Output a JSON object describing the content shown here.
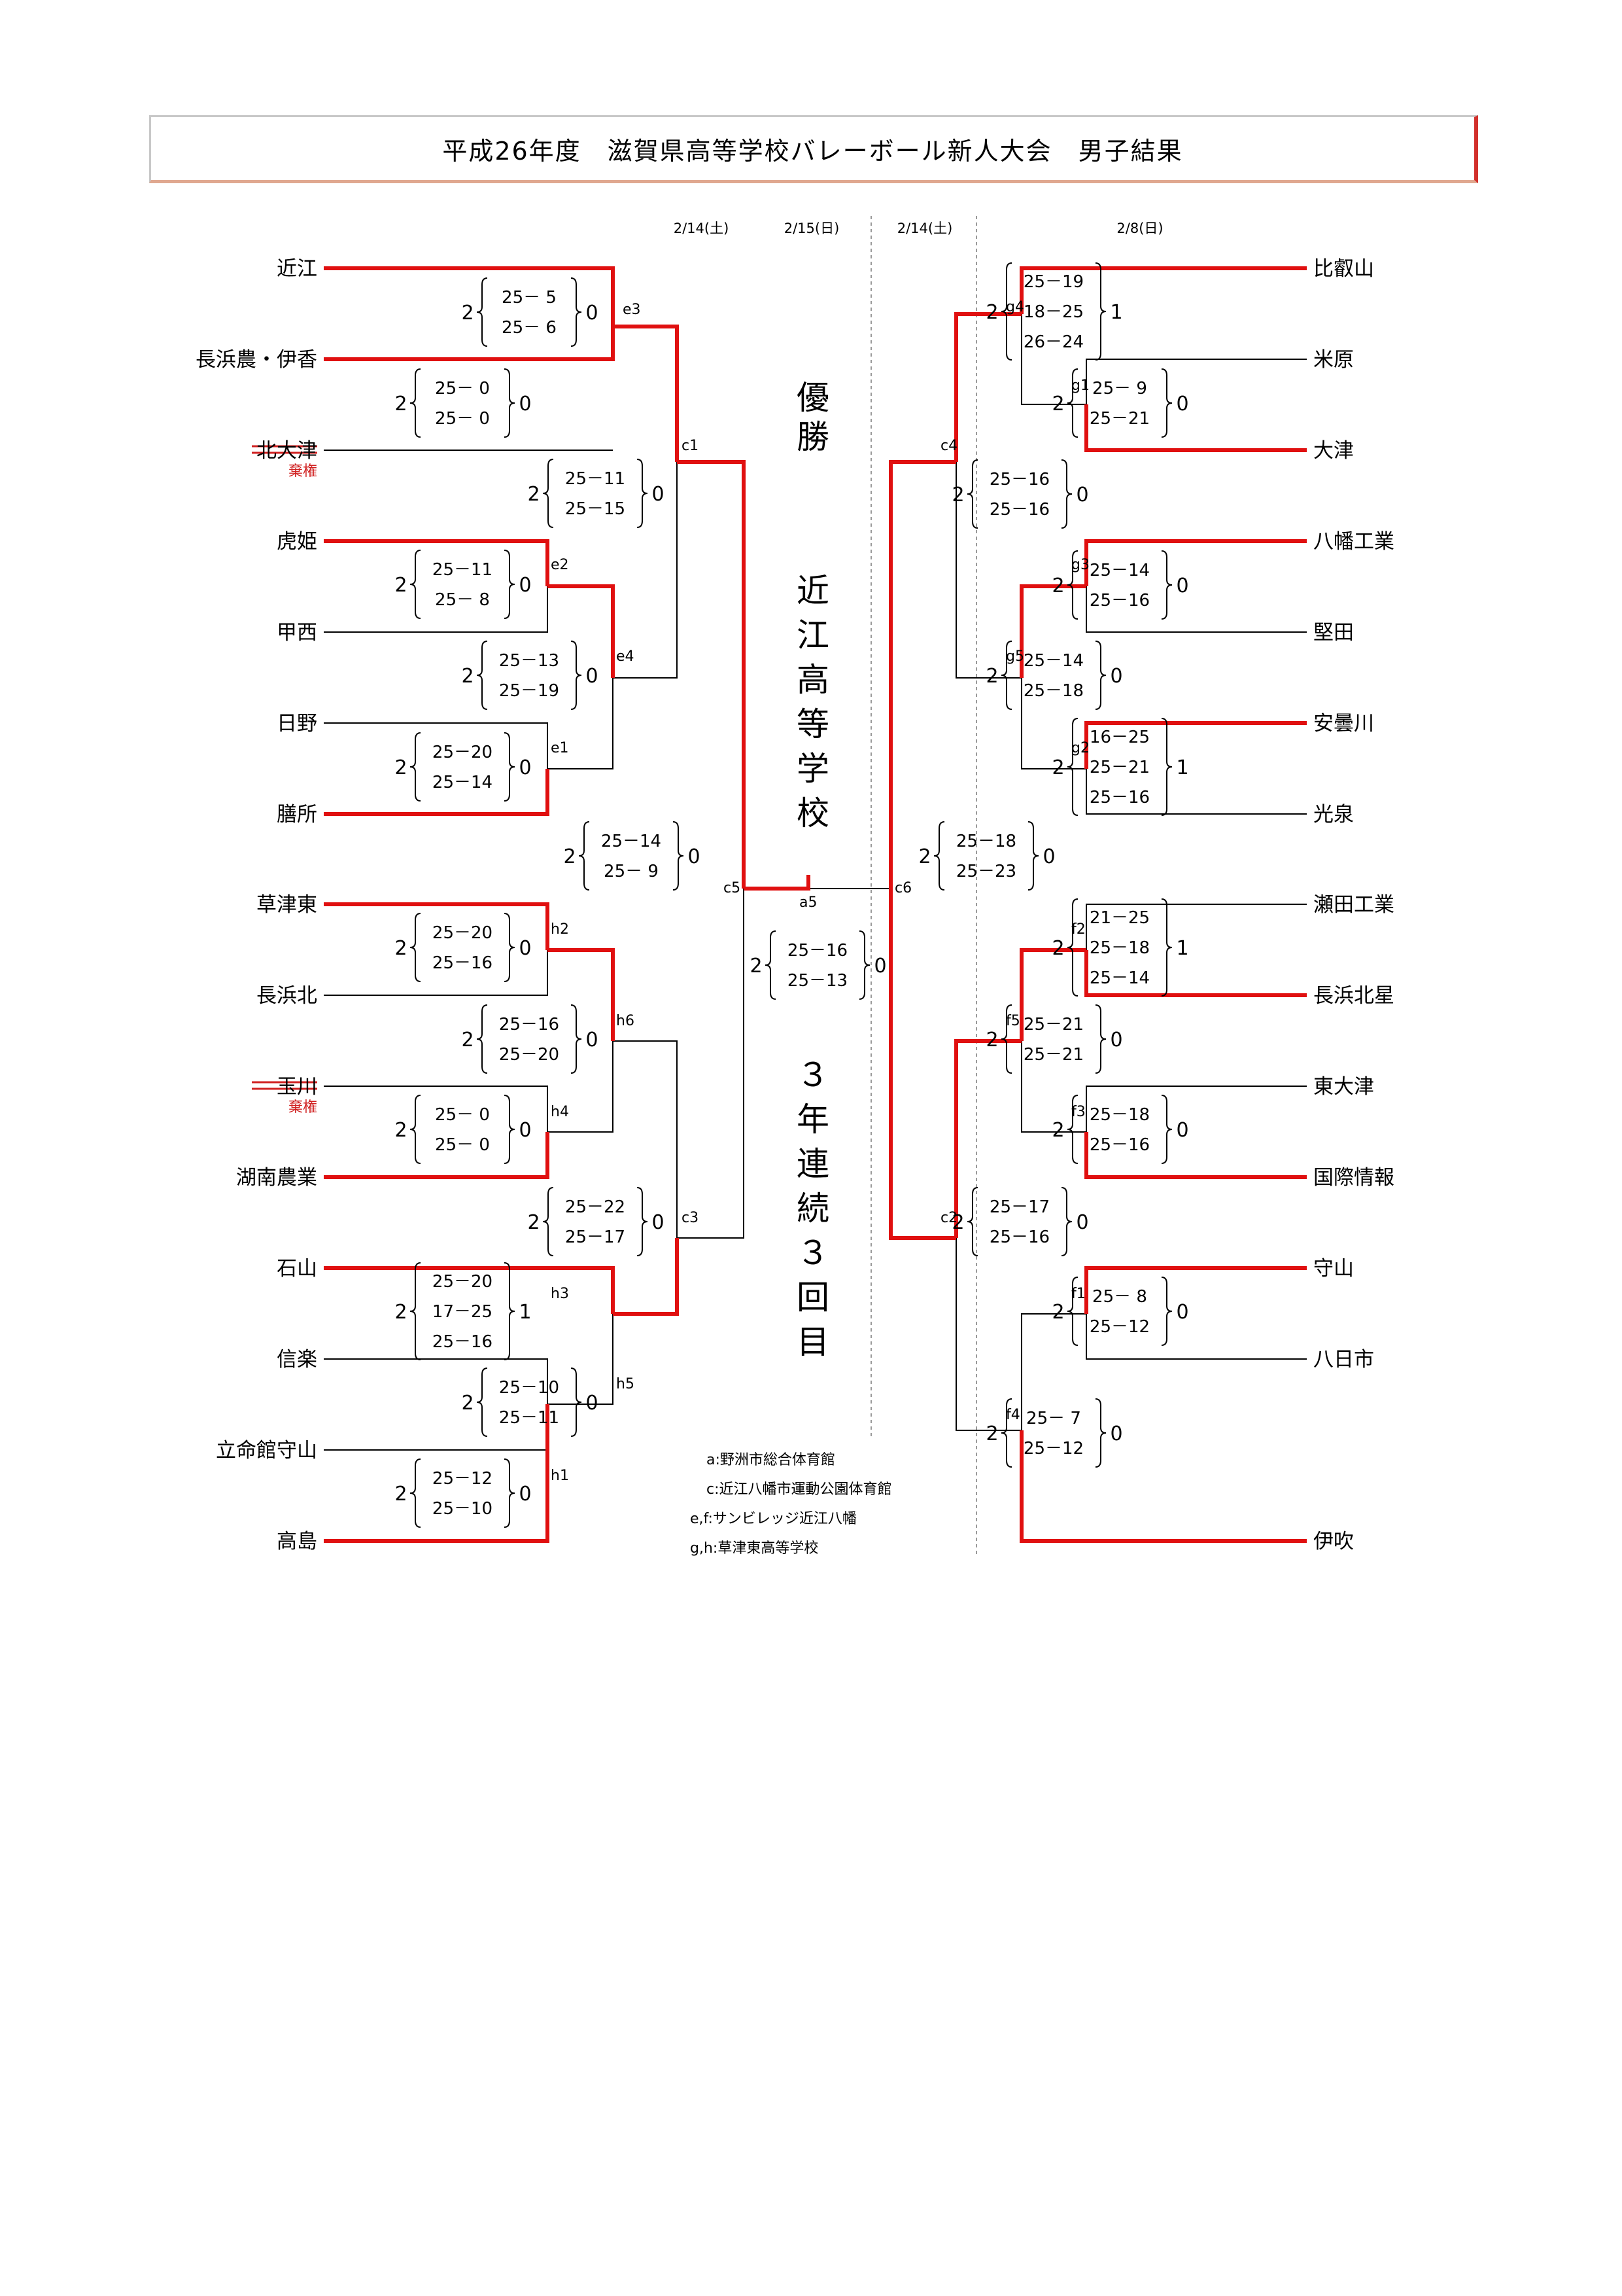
{
  "title": "平成26年度　滋賀県高等学校バレーボール新人大会　男子結果",
  "dates": [
    "2/14(土)",
    "2/15(日)",
    "2/14(土)",
    "2/8(日)"
  ],
  "left_teams": [
    "近江",
    "長浜農・伊香",
    "北大津",
    "虎姫",
    "甲西",
    "日野",
    "膳所",
    "草津東",
    "長浜北",
    "玉川",
    "湖南農業",
    "石山",
    "信楽",
    "立命館守山",
    "高島"
  ],
  "right_teams": [
    "比叡山",
    "米原",
    "大津",
    "八幡工業",
    "堅田",
    "安曇川",
    "光泉",
    "瀬田工業",
    "長浜北星",
    "東大津",
    "国際情報",
    "守山",
    "八日市",
    "伊吹"
  ],
  "abstain_label": "棄権",
  "champion_label": "優勝",
  "champion_name": "近江高等学校",
  "champion_note": "３年連続３回目",
  "venues": [
    "a:野洲市総合体育館",
    "c:近江八幡市運動公園体育館",
    "e,f:サンビレッジ近江八幡",
    "g,h:草津東高等学校"
  ],
  "matches": [
    {
      "id": "e3",
      "left": "2",
      "right": "0",
      "sets": [
        "25－ 5",
        "25－ 6"
      ]
    },
    {
      "id": "forfeit-top",
      "left": "2",
      "right": "0",
      "sets": [
        "25－ 0",
        "25－ 0"
      ]
    },
    {
      "id": "c1",
      "left": "2",
      "right": "0",
      "sets": [
        "25－11",
        "25－15"
      ]
    },
    {
      "id": "e2",
      "left": "2",
      "right": "0",
      "sets": [
        "25－11",
        "25－ 8"
      ]
    },
    {
      "id": "e4",
      "left": "2",
      "right": "0",
      "sets": [
        "25－13",
        "25－19"
      ]
    },
    {
      "id": "e1",
      "left": "2",
      "right": "0",
      "sets": [
        "25－20",
        "25－14"
      ]
    },
    {
      "id": "c5",
      "left": "2",
      "right": "0",
      "sets": [
        "25－14",
        "25－ 9"
      ]
    },
    {
      "id": "h2",
      "left": "2",
      "right": "0",
      "sets": [
        "25－20",
        "25－16"
      ]
    },
    {
      "id": "h6",
      "left": "2",
      "right": "0",
      "sets": [
        "25－16",
        "25－20"
      ]
    },
    {
      "id": "h4",
      "left": "2",
      "right": "0",
      "sets": [
        "25－ 0",
        "25－ 0"
      ]
    },
    {
      "id": "c3",
      "left": "2",
      "right": "0",
      "sets": [
        "25－22",
        "25－17"
      ]
    },
    {
      "id": "h3",
      "left": "2",
      "right": "1",
      "sets": [
        "25－20",
        "17－25",
        "25－16"
      ]
    },
    {
      "id": "h5",
      "left": "2",
      "right": "0",
      "sets": [
        "25－10",
        "25－11"
      ]
    },
    {
      "id": "h1",
      "left": "2",
      "right": "0",
      "sets": [
        "25－12",
        "25－10"
      ]
    },
    {
      "id": "a5",
      "left": "2",
      "right": "0",
      "sets": [
        "25－16",
        "25－13"
      ]
    },
    {
      "id": "g4",
      "left": "2",
      "right": "1",
      "sets": [
        "25－19",
        "18－25",
        "26－24"
      ]
    },
    {
      "id": "g1",
      "left": "2",
      "right": "0",
      "sets": [
        "25－ 9",
        "25－21"
      ]
    },
    {
      "id": "c4",
      "left": "2",
      "right": "0",
      "sets": [
        "25－16",
        "25－16"
      ]
    },
    {
      "id": "g3",
      "left": "2",
      "right": "0",
      "sets": [
        "25－14",
        "25－16"
      ]
    },
    {
      "id": "g5",
      "left": "2",
      "right": "0",
      "sets": [
        "25－14",
        "25－18"
      ]
    },
    {
      "id": "g2",
      "left": "2",
      "right": "1",
      "sets": [
        "16－25",
        "25－21",
        "25－16"
      ]
    },
    {
      "id": "c6",
      "left": "2",
      "right": "0",
      "sets": [
        "25－18",
        "25－23"
      ]
    },
    {
      "id": "f2",
      "left": "2",
      "right": "1",
      "sets": [
        "21－25",
        "25－18",
        "25－14"
      ]
    },
    {
      "id": "f5",
      "left": "2",
      "right": "0",
      "sets": [
        "25－21",
        "25－21"
      ]
    },
    {
      "id": "f3",
      "left": "2",
      "right": "0",
      "sets": [
        "25－18",
        "25－16"
      ]
    },
    {
      "id": "c2",
      "left": "2",
      "right": "0",
      "sets": [
        "25－17",
        "25－16"
      ]
    },
    {
      "id": "f1",
      "left": "2",
      "right": "0",
      "sets": [
        "25－ 8",
        "25－12"
      ]
    },
    {
      "id": "f4",
      "left": "2",
      "right": "0",
      "sets": [
        "25－ 7",
        "25－12"
      ]
    }
  ],
  "colors": {
    "winner_line": "#e01010",
    "loser_line": "#000000",
    "abstain_text": "#d02020",
    "divider": "#9a9a9a"
  }
}
